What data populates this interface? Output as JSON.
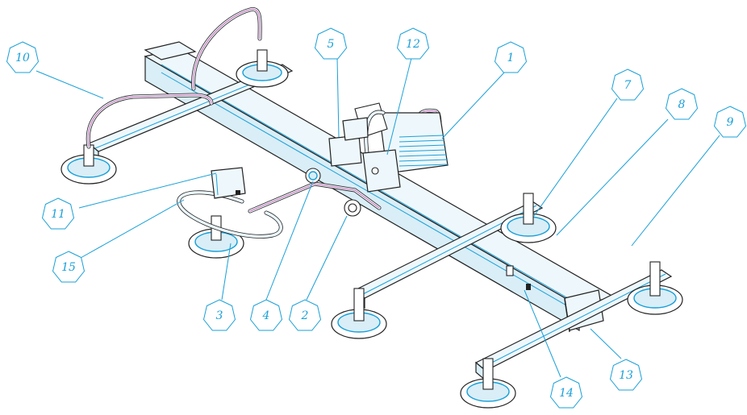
{
  "callouts": [
    {
      "id": "c1",
      "label": "1"
    },
    {
      "id": "c2",
      "label": "2"
    },
    {
      "id": "c3",
      "label": "3"
    },
    {
      "id": "c4",
      "label": "4"
    },
    {
      "id": "c5",
      "label": "5"
    },
    {
      "id": "c7",
      "label": "7"
    },
    {
      "id": "c8",
      "label": "8"
    },
    {
      "id": "c9",
      "label": "9"
    },
    {
      "id": "c10",
      "label": "10"
    },
    {
      "id": "c11",
      "label": "11"
    },
    {
      "id": "c12",
      "label": "12"
    },
    {
      "id": "c13",
      "label": "13"
    },
    {
      "id": "c14",
      "label": "14"
    },
    {
      "id": "c15",
      "label": "15"
    }
  ],
  "colors": {
    "callout": "#1aa0d8",
    "frame_fill": "#eef8fc",
    "outline": "#222222",
    "hose_accent": "#d36bb6"
  },
  "icons": [
    "suction-cup-icon",
    "vacuum-pump-icon",
    "hose-icon",
    "handle-icon"
  ]
}
